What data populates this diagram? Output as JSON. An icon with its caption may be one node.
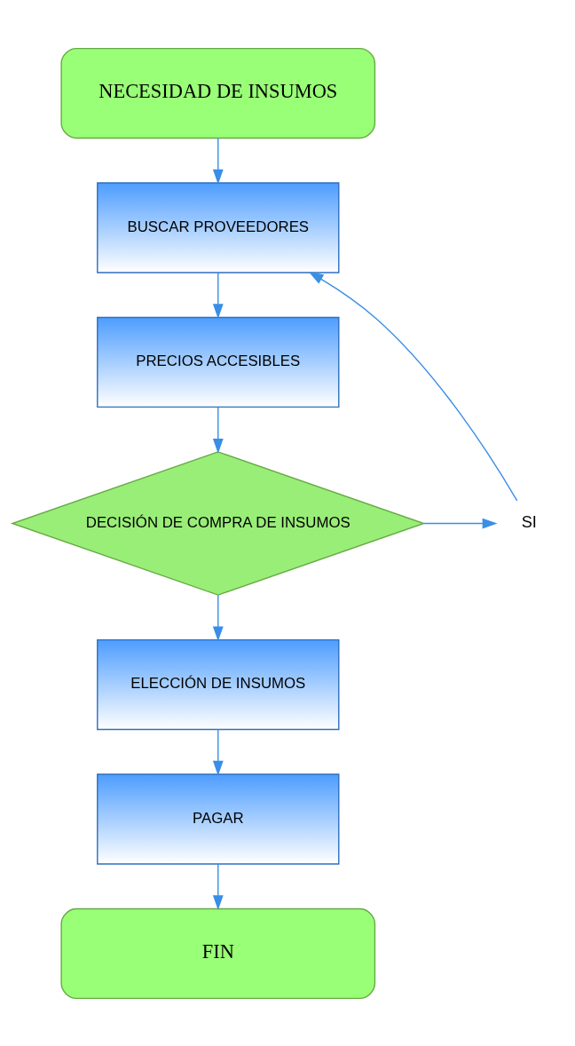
{
  "diagram": {
    "nodes": [
      {
        "text": [
          "NECESIDAD DE INSUMOS"
        ]
      },
      {
        "text": [
          "BUSCAR PROVEEDORES"
        ]
      },
      {
        "text": [
          "PRECIOS ACCESIBLES"
        ]
      },
      {
        "text": [
          "DECISIÓN DE COMPRA DE INSUMOS"
        ]
      },
      {
        "text": [
          "SI"
        ]
      },
      {
        "text": [
          "ELECCIÓN DE INSUMOS"
        ]
      },
      {
        "text": [
          "PAGAR"
        ]
      },
      {
        "text": [
          "FIN"
        ]
      }
    ],
    "edges": [
      {
        "from": 0,
        "to": 1,
        "arrow": "to"
      },
      {
        "from": 1,
        "to": 2,
        "arrow": "to"
      },
      {
        "from": 2,
        "to": 3,
        "arrow": "to"
      },
      {
        "from": 3,
        "to": 4,
        "arrow": "to"
      },
      {
        "from": 4,
        "to": 1,
        "arrow": "to"
      },
      {
        "from": 3,
        "to": 5,
        "arrow": "to"
      },
      {
        "from": 5,
        "to": 6,
        "arrow": "to"
      },
      {
        "from": 6,
        "to": 7,
        "arrow": "to"
      }
    ]
  }
}
